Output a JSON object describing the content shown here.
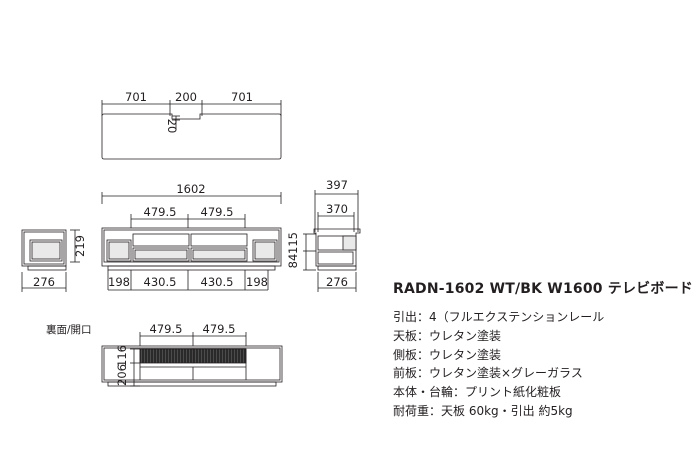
{
  "top_view": {
    "dim_left": "701",
    "dim_mid": "200",
    "dim_right": "701",
    "dim_notch": "20"
  },
  "front_view": {
    "dim_total": "1602",
    "dim_upper_left": "479.5",
    "dim_upper_right": "479.5",
    "dim_bot_left": "198",
    "dim_bot_mid_left": "430.5",
    "dim_bot_mid_right": "430.5",
    "dim_bot_right": "198"
  },
  "side_small": {
    "dim_height": "219",
    "dim_width": "276"
  },
  "side_right": {
    "dim_top": "397",
    "dim_inner": "370",
    "dim_115": "115",
    "dim_84": "84",
    "dim_width": "276"
  },
  "rear_view": {
    "label": "裏面/開口",
    "dim_left": "479.5",
    "dim_right": "479.5",
    "dim_116": "116",
    "dim_206": "206"
  },
  "spec": {
    "title": "RADN-1602 WT/BK W1600 テレビボード",
    "lines": [
      "引出：4（フルエクステンションレール",
      "天板：ウレタン塗装",
      "側板：ウレタン塗装",
      "前板：ウレタン塗装×グレーガラス",
      "本体・台輪：プリント紙化粧板",
      "耐荷重：天板 60kg・引出 約5kg"
    ]
  }
}
